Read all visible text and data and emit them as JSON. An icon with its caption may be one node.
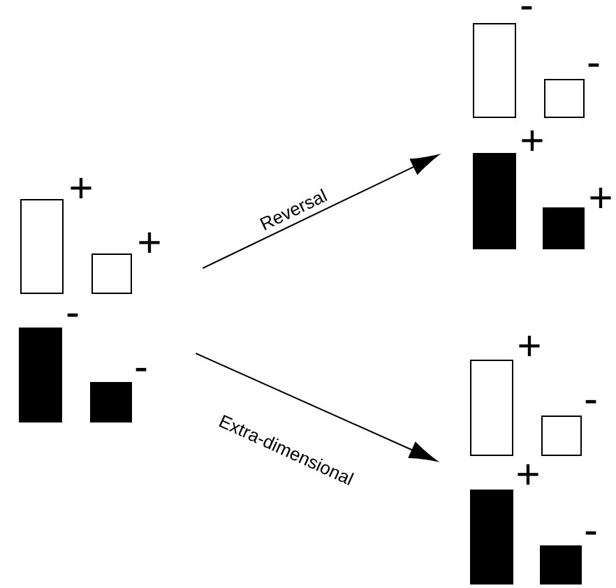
{
  "diagram": {
    "nodes": [
      {
        "text": [],
        "shape": "picture"
      },
      {
        "text": [],
        "shape": "picture"
      },
      {
        "text": [],
        "shape": "picture"
      }
    ],
    "edges": [
      {
        "from": 0,
        "to": 1,
        "arrow": "to",
        "label": "Reversal"
      },
      {
        "from": 0,
        "to": 2,
        "arrow": "to",
        "label": "Extra-dimensional"
      }
    ],
    "labels": [
      "+",
      "+",
      "-",
      "-",
      "-",
      "-",
      "+",
      "+",
      "+",
      "-",
      "+",
      "-"
    ]
  }
}
